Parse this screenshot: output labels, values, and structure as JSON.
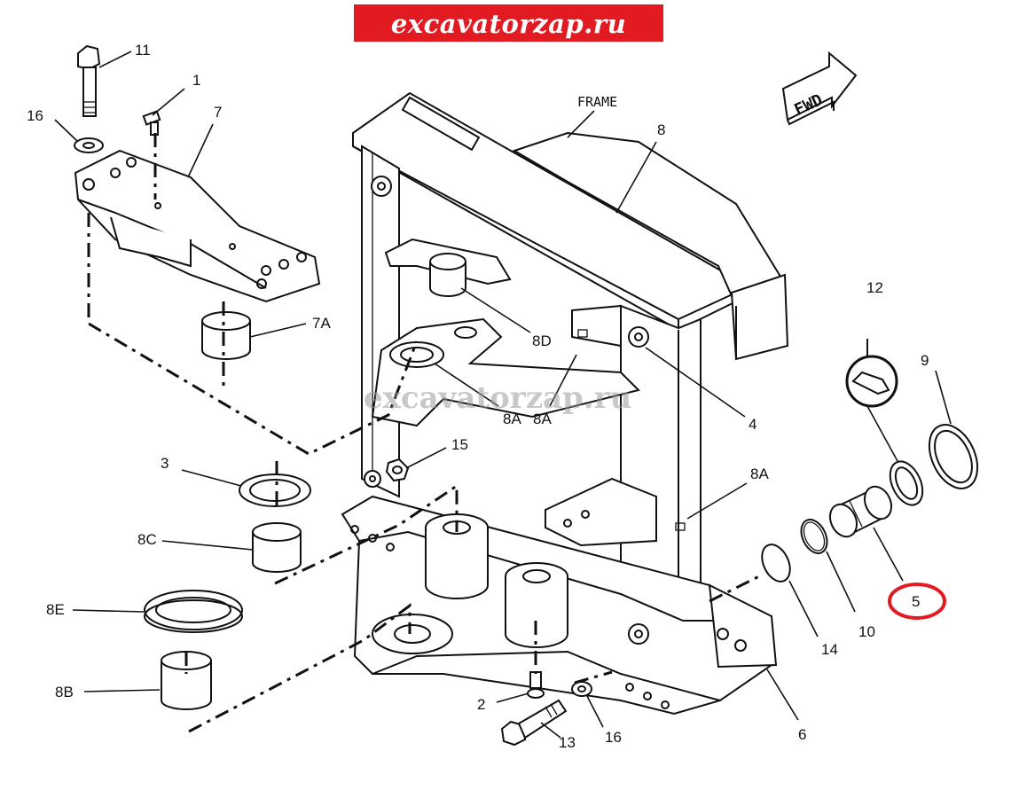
{
  "watermark": {
    "banner_text": "excavatorzap.ru",
    "overlay_text": "excavatorzap.ru",
    "banner_color": "#e21b22",
    "text_color": "#ffffff"
  },
  "diagram": {
    "frame_label": "FRAME",
    "direction_label": "FWD",
    "highlight_color": "#e21b22",
    "highlighted_part": "5",
    "callouts": [
      {
        "id": "c11",
        "text": "11"
      },
      {
        "id": "c1",
        "text": "1"
      },
      {
        "id": "c16a",
        "text": "16"
      },
      {
        "id": "c7",
        "text": "7"
      },
      {
        "id": "c8",
        "text": "8"
      },
      {
        "id": "c7a",
        "text": "7A"
      },
      {
        "id": "c8d",
        "text": "8D"
      },
      {
        "id": "c12",
        "text": "12"
      },
      {
        "id": "c9",
        "text": "9"
      },
      {
        "id": "c4",
        "text": "4"
      },
      {
        "id": "c8a1",
        "text": "8A"
      },
      {
        "id": "c8a2",
        "text": "8A"
      },
      {
        "id": "c15",
        "text": "15"
      },
      {
        "id": "c3",
        "text": "3"
      },
      {
        "id": "c8a3",
        "text": "8A"
      },
      {
        "id": "c8c",
        "text": "8C"
      },
      {
        "id": "c5",
        "text": "5"
      },
      {
        "id": "c8e",
        "text": "8E"
      },
      {
        "id": "c14",
        "text": "14"
      },
      {
        "id": "c10",
        "text": "10"
      },
      {
        "id": "c8b",
        "text": "8B"
      },
      {
        "id": "c2",
        "text": "2"
      },
      {
        "id": "c13",
        "text": "13"
      },
      {
        "id": "c16b",
        "text": "16"
      },
      {
        "id": "c6",
        "text": "6"
      }
    ]
  }
}
